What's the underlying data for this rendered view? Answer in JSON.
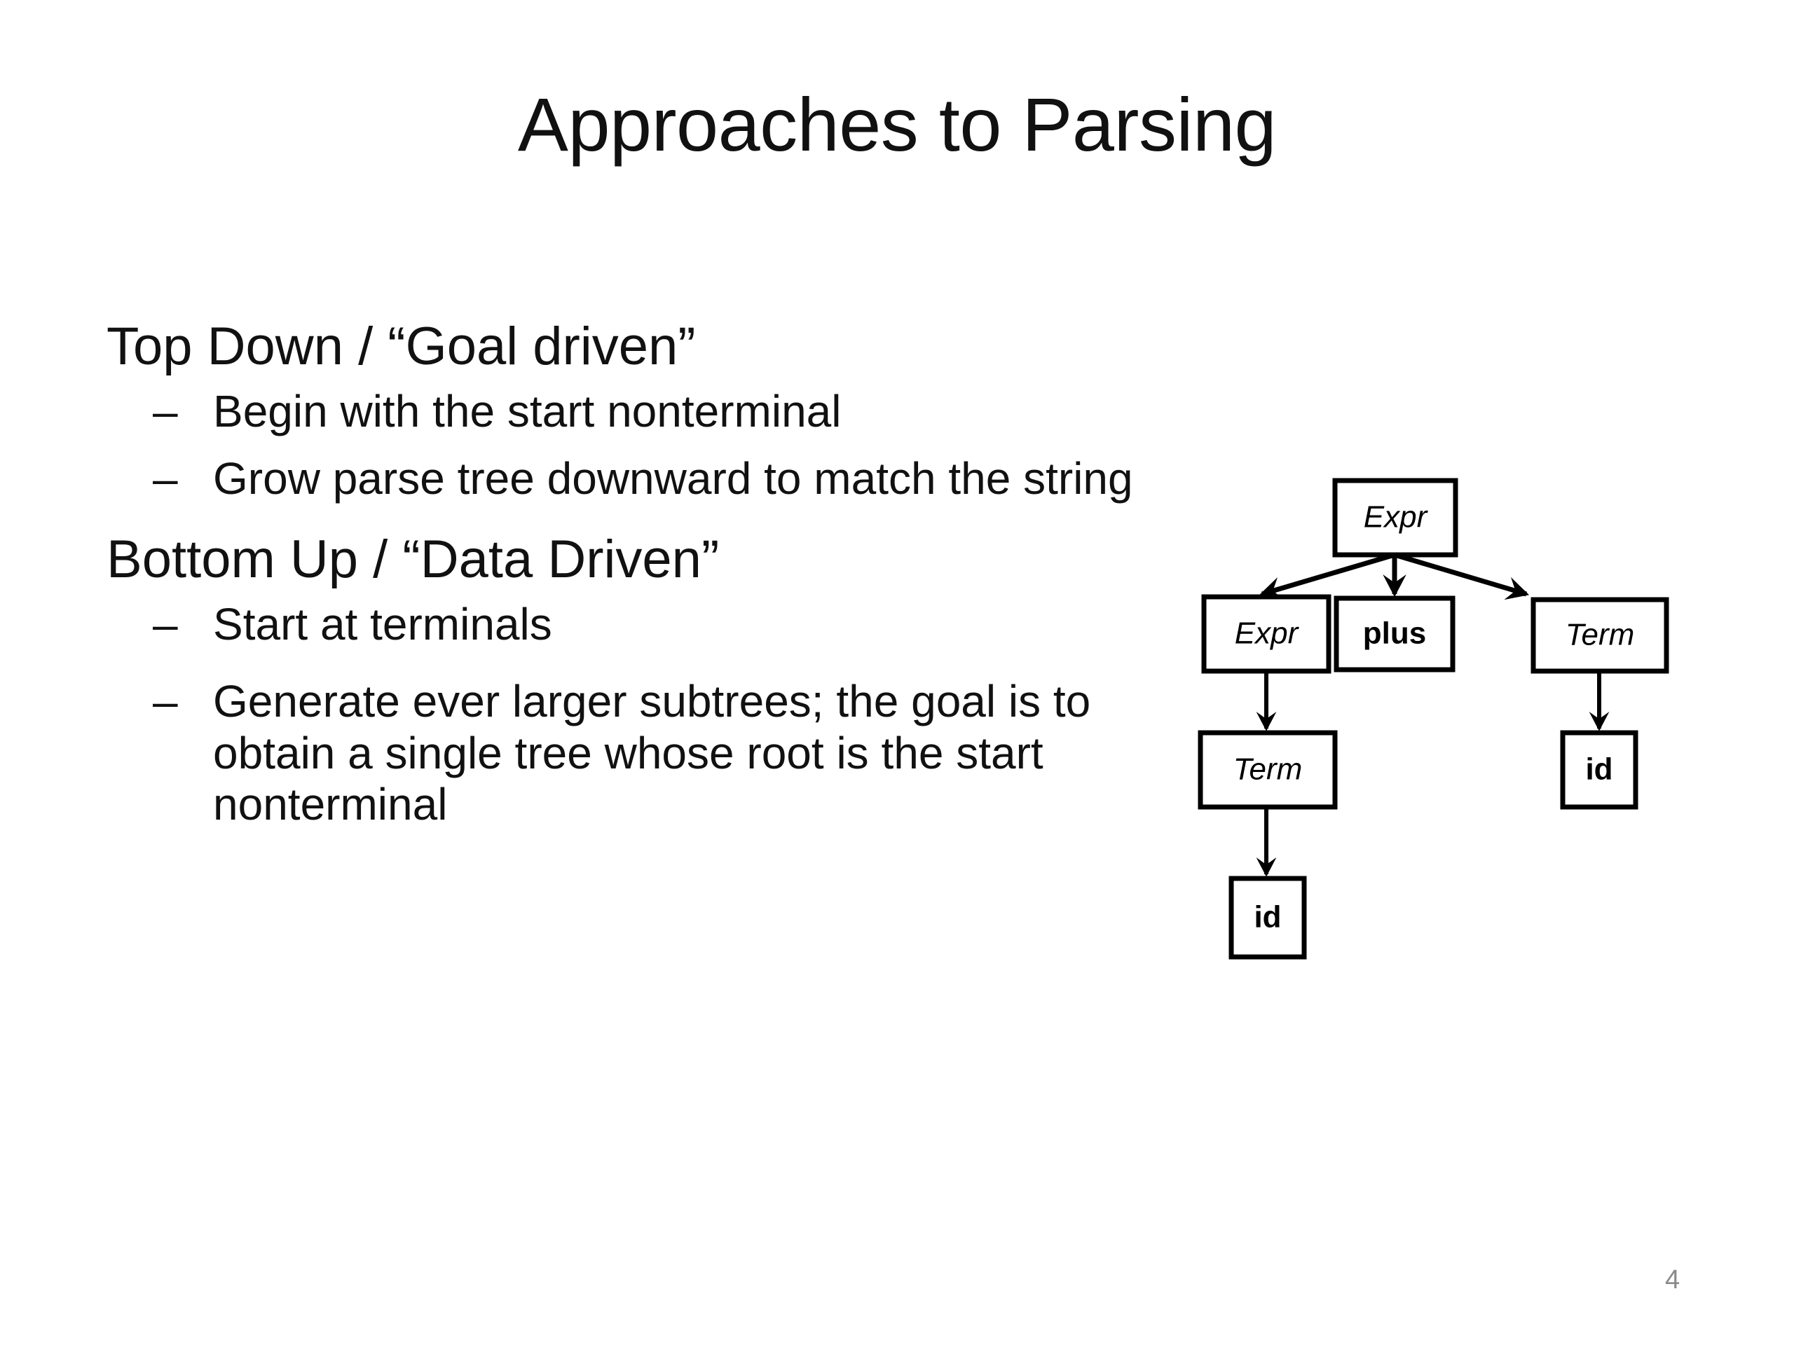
{
  "slide": {
    "title": "Approaches to Parsing",
    "number": "4",
    "background_color": "#ffffff",
    "text_color": "#111111",
    "slide_number_color": "#8a8a8a"
  },
  "body": {
    "sections": [
      {
        "heading": "Top Down / “Goal driven”",
        "bullets": [
          {
            "dash": "–",
            "text": "Begin with the start nonterminal"
          },
          {
            "dash": "–",
            "text": "Grow parse tree downward to match the string"
          }
        ]
      },
      {
        "heading": "Bottom Up / “Data Driven”",
        "bullets": [
          {
            "dash": "–",
            "text": "Start at terminals"
          },
          {
            "dash": "–",
            "text": "Generate ever larger subtrees; the goal is to obtain a single tree whose root is the start nonterminal"
          }
        ]
      }
    ]
  },
  "parse_tree": {
    "nodes": {
      "root_expr": {
        "label": "Expr",
        "kind": "nonterminal"
      },
      "child_expr": {
        "label": "Expr",
        "kind": "nonterminal"
      },
      "child_plus": {
        "label": "plus",
        "kind": "terminal"
      },
      "child_term": {
        "label": "Term",
        "kind": "nonterminal"
      },
      "left_term": {
        "label": "Term",
        "kind": "nonterminal"
      },
      "left_id": {
        "label": "id",
        "kind": "terminal"
      },
      "right_id": {
        "label": "id",
        "kind": "terminal"
      }
    },
    "edges": [
      {
        "from": "root_expr",
        "to": "child_expr"
      },
      {
        "from": "root_expr",
        "to": "child_plus"
      },
      {
        "from": "root_expr",
        "to": "child_term"
      },
      {
        "from": "child_expr",
        "to": "left_term"
      },
      {
        "from": "left_term",
        "to": "left_id"
      },
      {
        "from": "child_term",
        "to": "right_id"
      }
    ],
    "line_color": "#000000",
    "box_fill": "#ffffff"
  }
}
